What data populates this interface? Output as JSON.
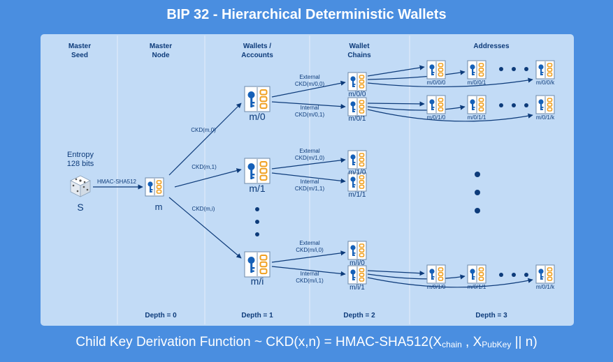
{
  "title": "BIP 32 - Hierarchical Deterministic Wallets",
  "columns": [
    {
      "line1": "Master",
      "line2": "Seed"
    },
    {
      "line1": "Master",
      "line2": "Node"
    },
    {
      "line1": "Wallets /",
      "line2": "Accounts"
    },
    {
      "line1": "Wallet",
      "line2": "Chains"
    },
    {
      "line1": "Addresses",
      "line2": ""
    }
  ],
  "depths": [
    "Depth = 0",
    "Depth = 1",
    "Depth = 2",
    "Depth = 3"
  ],
  "seed": {
    "line1": "Entropy",
    "line2": "128 bits",
    "label": "S",
    "icon": "dice-icon"
  },
  "hmac_label": "HMAC-SHA512",
  "master_label": "m",
  "ckd": {
    "m0": "CKD(m,0)",
    "m1": "CKD(m,1)",
    "mi": "CKD(m,i)"
  },
  "accounts": [
    "m/0",
    "m/1",
    "m/i"
  ],
  "chain_edges": {
    "external": "External",
    "internal": "Internal",
    "m0_ext": "CKD(m/0,0)",
    "m0_int": "CKD(m/0,1)",
    "m1_ext": "CKD(m/1,0)",
    "m1_int": "CKD(m/1,1)",
    "mi_ext": "CKD(m/i,0)",
    "mi_int": "CKD(m/i,1)"
  },
  "chains": [
    "m/0/0",
    "m/0/1",
    "m/1/0",
    "m/1/1",
    "m/i/0",
    "m/i/1"
  ],
  "addresses": {
    "row1": [
      "m/0/0/0",
      "m/0/0/1",
      "m/0/0/k"
    ],
    "row2": [
      "m/0/1/0",
      "m/0/1/1",
      "m/0/1/k"
    ],
    "row3": [
      "m/0/1/0",
      "m/0/1/1",
      "m/0/1/k"
    ]
  },
  "formula": {
    "main": "Child Key Derivation Function ~ CKD(x,n) = HMAC-SHA512(X",
    "sub1": "chain",
    "mid": " , X",
    "sub2": "PubKey",
    "end": " || n)"
  },
  "colors": {
    "background": "#4a8ee0",
    "panel": "#c2dbf6",
    "navy": "#0d3b7a",
    "gold": "#f0a020"
  }
}
